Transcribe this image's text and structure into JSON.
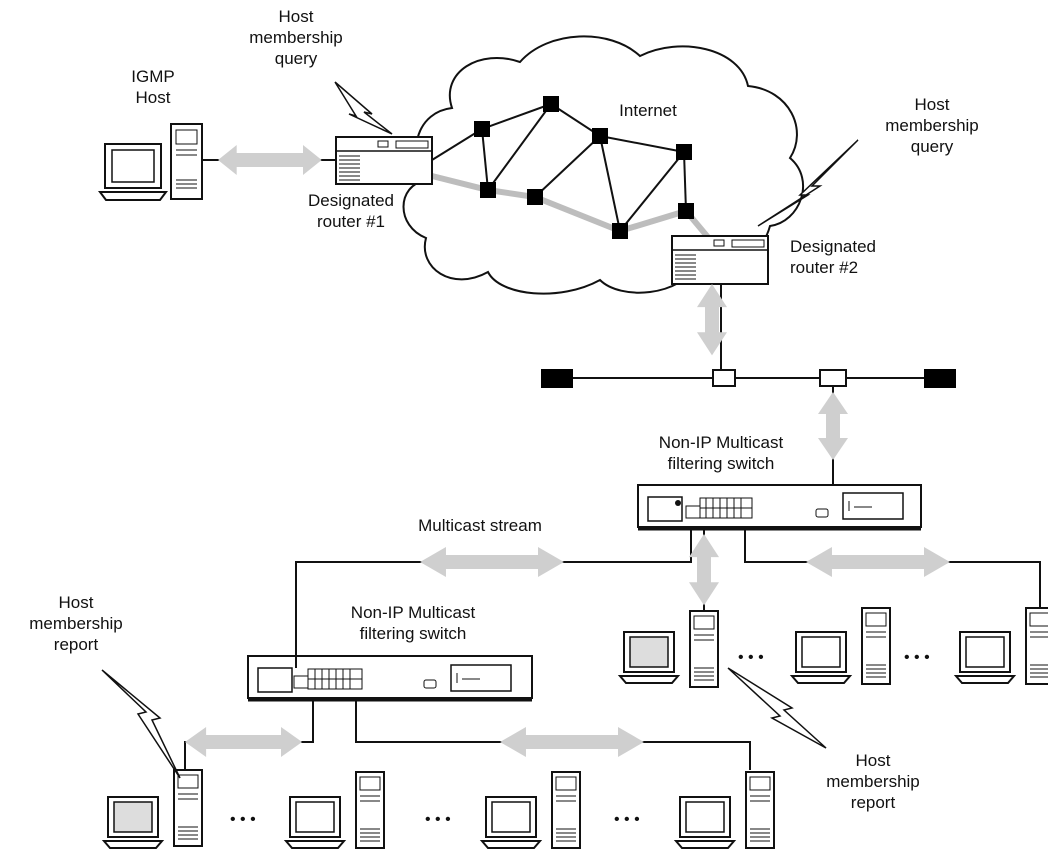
{
  "labels": {
    "igmp_host": "IGMP\nHost",
    "query1": "Host\nmembership\nquery",
    "designated_router_1": "Designated\nrouter #1",
    "internet": "Internet",
    "query2": "Host\nmembership\nquery",
    "designated_router_2": "Designated\nrouter #2",
    "switch_upper": "Non-IP Multicast\nfiltering switch",
    "multicast_stream": "Multicast stream",
    "switch_lower": "Non-IP Multicast\nfiltering switch",
    "report_left": "Host\nmembership\nreport",
    "report_right": "Host\nmembership\nreport"
  },
  "ellipsis": "• • •",
  "colors": {
    "line": "#111111",
    "arrow": "#cfcfcf",
    "node": "#000000",
    "screen": "#ffffff"
  }
}
